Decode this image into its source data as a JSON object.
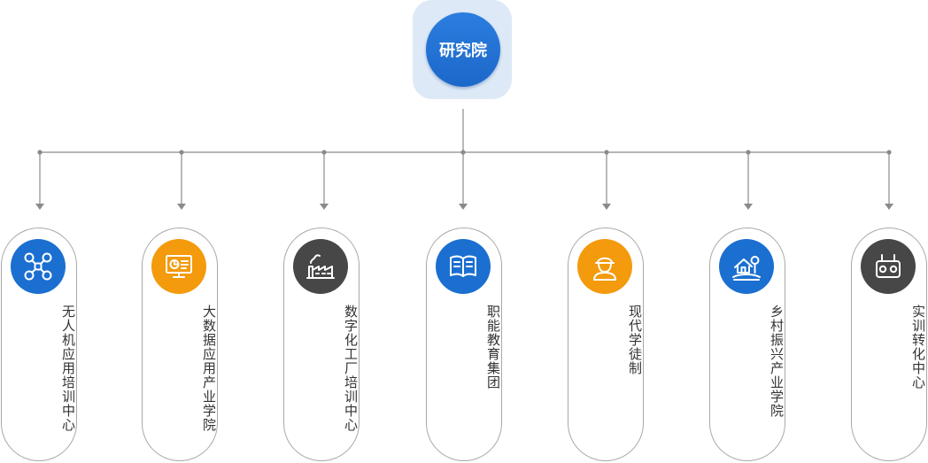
{
  "root": {
    "label": "研究院"
  },
  "colors": {
    "blue": "#1b6fd0",
    "orange": "#f39a0d",
    "dark": "#474747",
    "connector": "#8a8a8a"
  },
  "children": [
    {
      "label": "无人机应用培训中心",
      "icon": "drone-icon",
      "color": "#1b6fd0"
    },
    {
      "label": "大数据应用产业学院",
      "icon": "big-data-screen-icon",
      "color": "#f39a0d"
    },
    {
      "label": "数字化工厂培训中心",
      "icon": "factory-icon",
      "color": "#474747"
    },
    {
      "label": "职能教育集团",
      "icon": "open-book-icon",
      "color": "#1b6fd0"
    },
    {
      "label": "现代学徒制",
      "icon": "worker-helmet-icon",
      "color": "#f39a0d"
    },
    {
      "label": "乡村振兴产业学院",
      "icon": "rural-house-icon",
      "color": "#1b6fd0"
    },
    {
      "label": "实训转化中心",
      "icon": "robot-controller-icon",
      "color": "#474747"
    }
  ]
}
